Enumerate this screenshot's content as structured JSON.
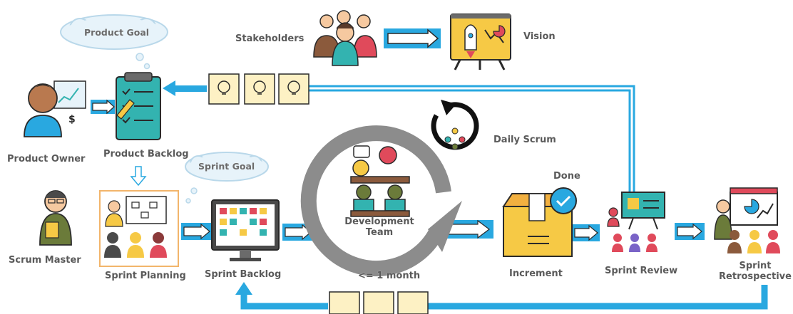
{
  "labels": {
    "product_goal": "Product Goal",
    "stakeholders": "Stakeholders",
    "vision": "Vision",
    "product_owner": "Product Owner",
    "product_backlog": "Product Backlog",
    "sprint_goal": "Sprint Goal",
    "daily_scrum": "Daily Scrum",
    "done": "Done",
    "scrum_master": "Scrum Master",
    "sprint_planning": "Sprint Planning",
    "sprint_backlog": "Sprint Backlog",
    "development_team_line1": "Development",
    "development_team_line2": "Team",
    "timebox": "<= 1 month",
    "increment": "Increment",
    "sprint_review": "Sprint Review",
    "sprint_retrospective_line1": "Sprint",
    "sprint_retrospective_line2": "Retrospective"
  },
  "colors": {
    "flow_arrow": "#29a8e0",
    "cycle_arrow": "#8c8c8c",
    "note_paper": "#fdf1c4",
    "board_teal": "#33b3b0",
    "accent_yellow": "#f6c945",
    "accent_red": "#e0475b"
  },
  "icons": [
    "people-group-icon",
    "presentation-rocket-icon",
    "businessman-chart-icon",
    "clipboard-checklist-icon",
    "idea-note-icon",
    "meeting-presentation-icon",
    "kanban-monitor-icon",
    "team-desks-icon",
    "cycle-arrow-icon",
    "box-package-icon",
    "check-badge-icon",
    "review-audience-icon",
    "retrospective-presenter-icon",
    "scrum-master-icon",
    "thought-cloud-icon",
    "sticky-note-icon"
  ]
}
